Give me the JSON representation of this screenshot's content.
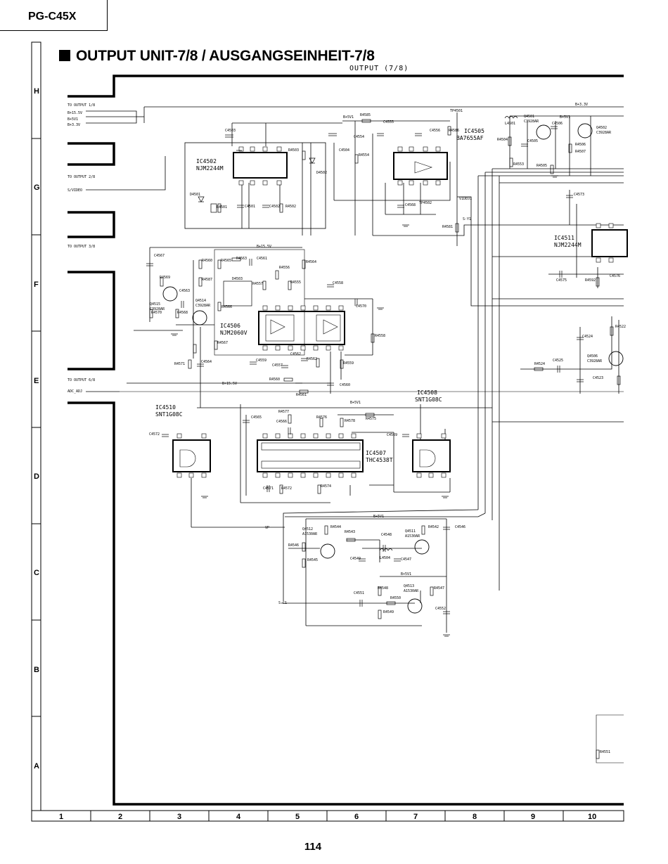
{
  "header": {
    "model": "PG-C45X",
    "title": "OUTPUT UNIT-7/8 / AUSGANGSEINHEIT-7/8",
    "subtitle": "OUTPUT (7/8)"
  },
  "page_number": "114",
  "grid": {
    "rows": [
      "H",
      "G",
      "F",
      "E",
      "D",
      "C",
      "B",
      "A"
    ],
    "columns": [
      "1",
      "2",
      "3",
      "4",
      "5",
      "6",
      "7",
      "8",
      "9",
      "10"
    ]
  },
  "connectors": {
    "to_output_1": {
      "title": "TO OUTPUT 1/8",
      "pins": [
        "B+15.5V",
        "B+5V1",
        "B+3.3V"
      ]
    },
    "to_output_2": {
      "title": "TO OUTPUT 2/8",
      "pins": [
        "S/VIDEO"
      ]
    },
    "to_output_3": {
      "title": "TO OUTPUT 3/8"
    },
    "to_output_6": {
      "title": "TO OUTPUT 6/8",
      "pins": [
        "ADC_ADJ"
      ]
    }
  },
  "ics": {
    "ic4502": {
      "ref": "IC4502",
      "part": "NJM2244M"
    },
    "ic4505": {
      "ref": "IC4505",
      "part": "BA7655AF"
    },
    "ic4511": {
      "ref": "IC4511",
      "part": "NJM2244M"
    },
    "ic4506": {
      "ref": "IC4506",
      "part": "NJM2060V"
    },
    "ic4510": {
      "ref": "IC4510",
      "part": "SNT1G08C"
    },
    "ic4508": {
      "ref": "IC4508",
      "part": "SNT1G08C"
    },
    "ic4507": {
      "ref": "IC4507",
      "part": "THC4538T"
    }
  },
  "transistors": {
    "q4501": {
      "ref": "Q4501",
      "part": "C3928AR"
    },
    "q4502": {
      "ref": "Q4502",
      "part": "C3928AR"
    },
    "q4514": {
      "ref": "Q4514",
      "part": "C3928AR"
    },
    "q4515": {
      "ref": "Q4515",
      "part": "C3928AR"
    },
    "q4506": {
      "ref": "Q4506",
      "part": "C3928AR"
    },
    "q4512": {
      "ref": "Q4512",
      "part": "A1530AR"
    },
    "q4511": {
      "ref": "Q4511",
      "part": "A1530AR"
    },
    "q4513": {
      "ref": "Q4513",
      "part": "A1530AR"
    }
  },
  "nets": {
    "b155": "B+15.5V",
    "b5v1": "B+5V1",
    "b33": "B+3.3V",
    "video": "VIDEO1",
    "sy": "S-Y1",
    "sc": "S-C1",
    "vp": "VP"
  },
  "parts": {
    "r4585": "R4585",
    "c4555": "C4555",
    "c4556": "C4556",
    "r4586": "R4586",
    "tp4501": "TP4501",
    "c4503": "C4503",
    "r4503": "R4503",
    "c4504": "C4504",
    "r4554": "R4554",
    "c4554": "C4554",
    "d4502": "D4502",
    "d4501": "D4501",
    "r4501": "R4501",
    "c4501": "C4501",
    "c4502": "C4502",
    "r4502": "R4502",
    "c4568": "C4568",
    "tp4502": "TP4502",
    "r4581": "R4581",
    "l4501": "L4501",
    "r4504": "R4504",
    "c4505": "C4505",
    "c4506": "C4506",
    "r4506": "R4506",
    "r4507": "R4507",
    "r4553": "R4553",
    "r4505": "R4505",
    "c4573": "C4573",
    "c4575": "C4575",
    "r4592": "R4592",
    "c4576": "C4576",
    "c4567": "C4567",
    "r4569": "R4569",
    "c4563": "C4563",
    "r4570": "R4570",
    "r4568": "R4568",
    "r4560": "R4560",
    "r4587": "R4587",
    "r4565": "R4565",
    "r4563": "R4563",
    "c4561": "C4561",
    "d4503": "D4503",
    "r4566": "R4566",
    "r4556": "R4556",
    "r4557": "R4557",
    "r4555": "R4555",
    "r4564": "R4564",
    "c4558": "C4558",
    "c4570": "C4570",
    "r4558": "R4558",
    "r4567": "R4567",
    "r4571": "R4571",
    "c4564": "C4564",
    "c4559": "C4559",
    "c4557": "C4557",
    "c4562": "C4562",
    "r4562": "R4562",
    "r4559": "R4559",
    "r4561": "R4561",
    "c4560": "C4560",
    "r4522": "R4522",
    "c4524": "C4524",
    "r4524": "R4524",
    "c4525": "C4525",
    "c4523": "C4523",
    "c4572": "C4572",
    "c4565": "C4565",
    "r4577": "R4577",
    "c4566": "C4566",
    "r4576": "R4576",
    "r4578": "R4578",
    "r4575": "R4575",
    "c4569": "C4569",
    "c4571": "C4571",
    "r4572": "R4572",
    "r4574": "R4574",
    "r4544": "R4544",
    "r4543": "R4543",
    "r4546": "R4546",
    "r4545": "R4545",
    "c4548": "C4548",
    "l4504": "L4504",
    "c4549": "C4549",
    "c4547": "C4547",
    "r4542": "R4542",
    "c4546": "C4546",
    "r4548": "R4548",
    "r4547": "R4547",
    "c4551": "C4551",
    "r4550": "R4550",
    "r4549": "R4549",
    "c4552": "C4552",
    "r4551": "R4551"
  }
}
